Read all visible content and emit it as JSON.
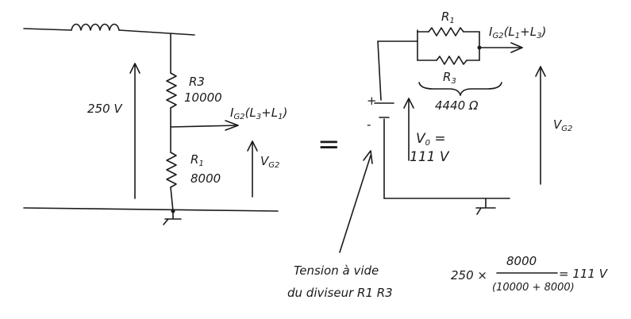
{
  "left_circuit": {
    "source_voltage": "250 V",
    "r3_name": "R3",
    "r3_value": "10000",
    "r1_name": "R",
    "r1_sub": "1",
    "r1_value": "8000",
    "current_main": "I",
    "current_sub": "G2",
    "current_rest": "(L",
    "current_l1": "3",
    "current_plus": "+L",
    "current_l2": "1",
    "current_close": ")",
    "vg2_main": "V",
    "vg2_sub": "G2"
  },
  "equals": "=",
  "right_circuit": {
    "r1_name": "R",
    "r1_sub": "1",
    "r3_name": "R",
    "r3_sub": "3",
    "parallel_value": "4440 Ω",
    "current_main": "I",
    "current_sub": "G2",
    "current_rest": "(L",
    "current_l1": "1",
    "current_plus": "+L",
    "current_l2": "3",
    "current_close": ")",
    "plus_sign": "+",
    "minus_sign": "-",
    "v0_line1": "V",
    "v0_sub": "0",
    "v0_eq": " =",
    "v0_line2": "111 V",
    "vg2_main": "V",
    "vg2_sub": "G2"
  },
  "annotation": {
    "line1": "Tension à vide",
    "line2": "du diviseur R1 R3"
  },
  "formula": {
    "prefix": "250 ×",
    "numerator": "8000",
    "denominator": "(10000 + 8000)",
    "result": "= 111 V"
  },
  "icons": [
    "inductor-icon",
    "resistor-icon",
    "battery-icon",
    "ground-icon",
    "arrow-icon"
  ]
}
